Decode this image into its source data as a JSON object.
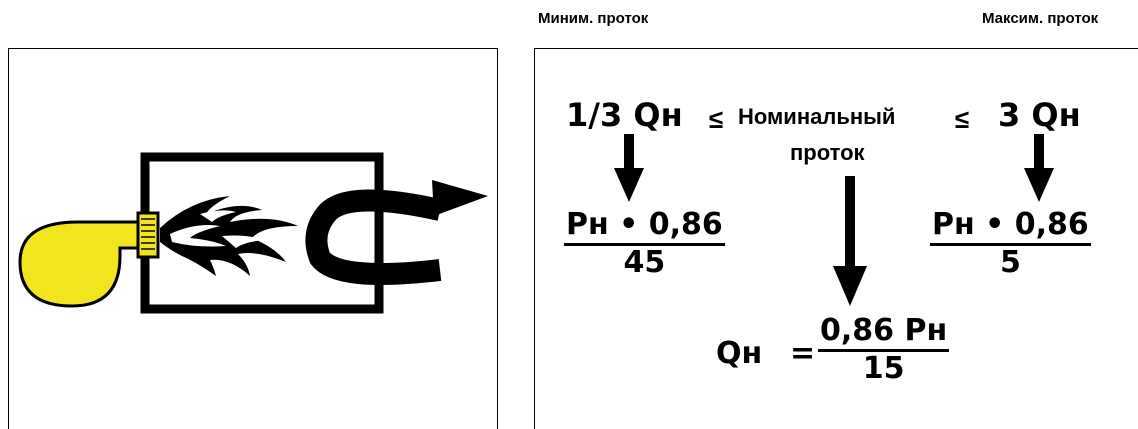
{
  "header": {
    "min_flow_label": "Миним. проток",
    "max_flow_label": "Максим. проток"
  },
  "formula": {
    "min_term": "1/3 Qн",
    "leq_left": "≤",
    "nominal_line1": "Номинальный",
    "nominal_line2": "проток",
    "leq_right": "≤",
    "max_term": "3 Qн",
    "left_fraction": {
      "numerator": "Pн • 0,86",
      "denominator": "45"
    },
    "right_fraction": {
      "numerator": "Pн • 0,86",
      "denominator": "5"
    },
    "qn_label": "Qн",
    "equals": "=",
    "center_fraction": {
      "numerator": "0,86 Pн",
      "denominator": "15"
    }
  },
  "colors": {
    "burner_body": "#f2e51d",
    "outline": "#000000",
    "background": "#ffffff"
  },
  "icons": [
    "burner-icon",
    "flame-icon",
    "exhaust-arrow-icon",
    "down-arrow-icon"
  ]
}
